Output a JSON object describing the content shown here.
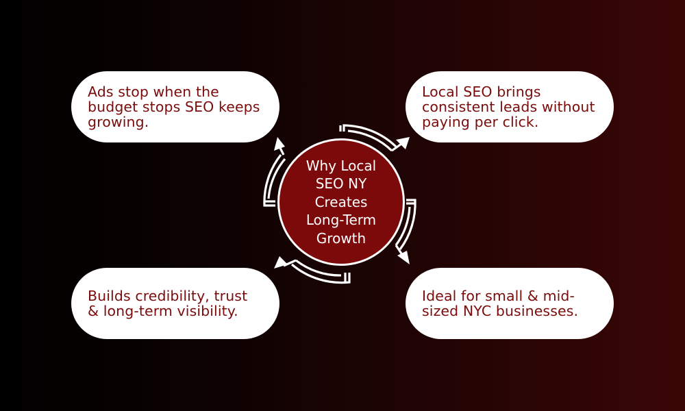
{
  "diagram": {
    "title_lines": [
      "Why Local",
      "SEO NY",
      "Creates",
      "Long-Term",
      "Growth"
    ],
    "title": "Why Local SEO NY Creates Long-Term Growth",
    "points": [
      {
        "position": "top-left",
        "lines": [
          "Ads stop when the",
          "budget stops SEO keeps",
          "growing."
        ],
        "text": "Ads stop when the budget stops SEO keeps growing."
      },
      {
        "position": "top-right",
        "lines": [
          "Local SEO brings",
          "consistent leads without",
          "paying per click."
        ],
        "text": "Local SEO brings consistent leads without paying per click."
      },
      {
        "position": "bottom-left",
        "lines": [
          "Builds credibility, trust",
          "& long-term visibility."
        ],
        "text": "Builds credibility, trust & long-term visibility."
      },
      {
        "position": "bottom-right",
        "lines": [
          "Ideal for small & mid-",
          "sized NYC businesses."
        ],
        "text": "Ideal for small & mid-sized NYC businesses."
      }
    ],
    "icons": {
      "arrow": "curved-arrow-icon"
    }
  },
  "colors": {
    "background_start": "#000000",
    "background_end": "#3a0606",
    "circle_fill": "#7d0a0a",
    "circle_border": "#ffffff",
    "pill_fill": "#ffffff",
    "pill_text": "#7a0c0c",
    "center_text": "#ffffff",
    "arrow": "#ffffff"
  }
}
